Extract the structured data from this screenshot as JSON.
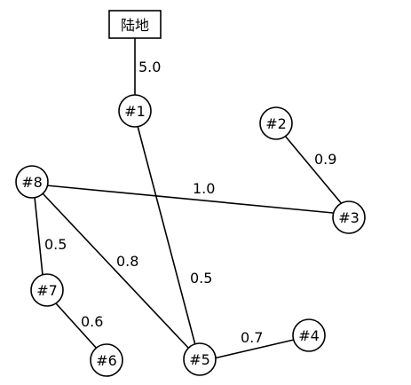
{
  "land": {
    "label": "陆地"
  },
  "nodes": [
    {
      "id": "n1",
      "label": "#1"
    },
    {
      "id": "n2",
      "label": "#2"
    },
    {
      "id": "n3",
      "label": "#3"
    },
    {
      "id": "n4",
      "label": "#4"
    },
    {
      "id": "n5",
      "label": "#5"
    },
    {
      "id": "n6",
      "label": "#6"
    },
    {
      "id": "n7",
      "label": "#7"
    },
    {
      "id": "n8",
      "label": "#8"
    }
  ],
  "edges": [
    {
      "from": "land",
      "to": "n1",
      "weight": "5.0"
    },
    {
      "from": "n2",
      "to": "n3",
      "weight": "0.9"
    },
    {
      "from": "n8",
      "to": "n3",
      "weight": "1.0"
    },
    {
      "from": "n8",
      "to": "n7",
      "weight": "0.5"
    },
    {
      "from": "n8",
      "to": "n5",
      "weight": "0.8"
    },
    {
      "from": "n1",
      "to": "n5",
      "weight": "0.5"
    },
    {
      "from": "n7",
      "to": "n6",
      "weight": "0.6"
    },
    {
      "from": "n5",
      "to": "n4",
      "weight": "0.7"
    }
  ]
}
